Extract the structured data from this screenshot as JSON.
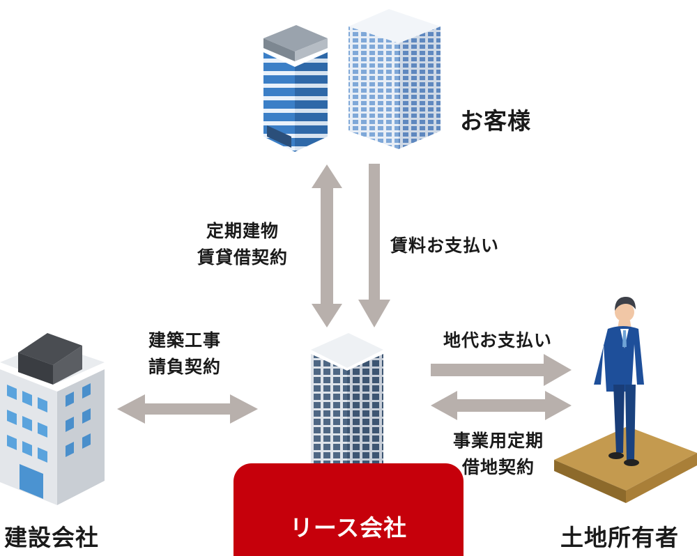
{
  "entities": {
    "customer": "お客様",
    "lease_company": "リース会社",
    "construction_company": "建設会社",
    "landowner": "土地所有者"
  },
  "relations": {
    "building_lease": [
      "定期建物",
      "賃貸借契約"
    ],
    "rent_payment": "賃料お支払い",
    "construction_contract": [
      "建築工事",
      "請負契約"
    ],
    "ground_rent_payment": "地代お支払い",
    "land_lease": [
      "事業用定期",
      "借地契約"
    ]
  },
  "colors": {
    "arrow": "#b8b0ac",
    "lease_box": "#c6000b",
    "text": "#1a1a1a"
  }
}
